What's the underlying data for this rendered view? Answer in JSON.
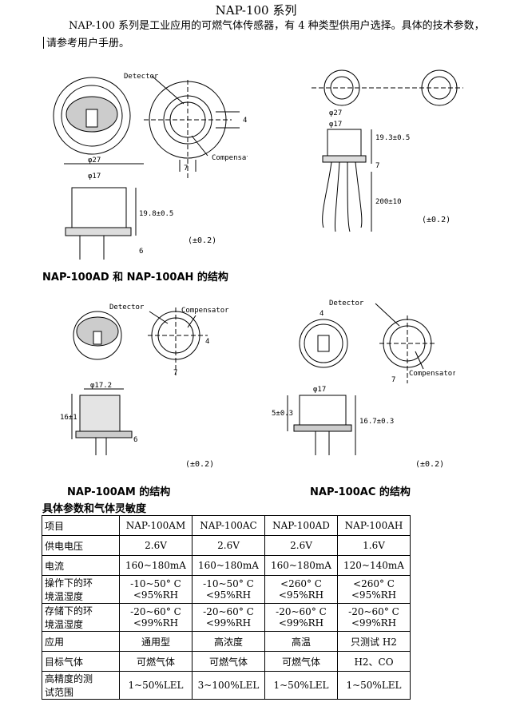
{
  "title": "NAP-100 系列",
  "intro": "NAP-100 系列是工业应用的可燃气体传感器，有 4 种类型供用户选择。具体的技术参数，请参考用户手册。",
  "drawings": {
    "tolerance": "(±0.2)",
    "labels": {
      "detector": "Detector",
      "compensator": "Compensator",
      "d27": "φ27",
      "d17": "φ17",
      "d17_2": "φ17.2",
      "h19_8": "19.8±0.5",
      "h19_3": "19.3±0.5",
      "h200": "200±10",
      "h16": "16±1",
      "h5": "5±0.3",
      "h16_7": "16.7±0.3",
      "n4": "4",
      "n6": "6",
      "n7": "7"
    }
  },
  "headings": {
    "ad_ah": "NAP-100AD 和 NAP-100AH 的结构",
    "am": "NAP-100AM 的结构",
    "ac": "NAP-100AC 的结构",
    "params": "具体参数和气体灵敏度"
  },
  "table": {
    "header": [
      "项目",
      "NAP-100AM",
      "NAP-100AC",
      "NAP-100AD",
      "NAP-100AH"
    ],
    "rows": [
      {
        "label": [
          "供电电压"
        ],
        "cells": [
          [
            "2.6V"
          ],
          [
            "2.6V"
          ],
          [
            "2.6V"
          ],
          [
            "1.6V"
          ]
        ]
      },
      {
        "label": [
          "电流"
        ],
        "cells": [
          [
            "160~180mA"
          ],
          [
            "160~180mA"
          ],
          [
            "160~180mA"
          ],
          [
            "120~140mA"
          ]
        ]
      },
      {
        "label": [
          "操作下的环",
          "境温湿度"
        ],
        "cells": [
          [
            "-10~50° C",
            "<95%RH"
          ],
          [
            "-10~50° C",
            "<95%RH"
          ],
          [
            "<260° C",
            "<95%RH"
          ],
          [
            "<260° C",
            "<95%RH"
          ]
        ]
      },
      {
        "label": [
          "存储下的环",
          "境温湿度"
        ],
        "cells": [
          [
            "-20~60° C",
            "<99%RH"
          ],
          [
            "-20~60° C",
            "<99%RH"
          ],
          [
            "-20~60° C",
            "<99%RH"
          ],
          [
            "-20~60° C",
            "<99%RH"
          ]
        ]
      },
      {
        "label": [
          "应用"
        ],
        "cells": [
          [
            "通用型"
          ],
          [
            "高浓度"
          ],
          [
            "高温"
          ],
          [
            "只测试 H2"
          ]
        ]
      },
      {
        "label": [
          "目标气体"
        ],
        "cells": [
          [
            "可燃气体"
          ],
          [
            "可燃气体"
          ],
          [
            "可燃气体"
          ],
          [
            "H2、CO"
          ]
        ]
      },
      {
        "label": [
          "高精度的测",
          "试范围"
        ],
        "cells": [
          [
            "1~50%LEL"
          ],
          [
            "3~100%LEL"
          ],
          [
            "1~50%LEL"
          ],
          [
            "1~50%LEL"
          ]
        ]
      }
    ]
  }
}
